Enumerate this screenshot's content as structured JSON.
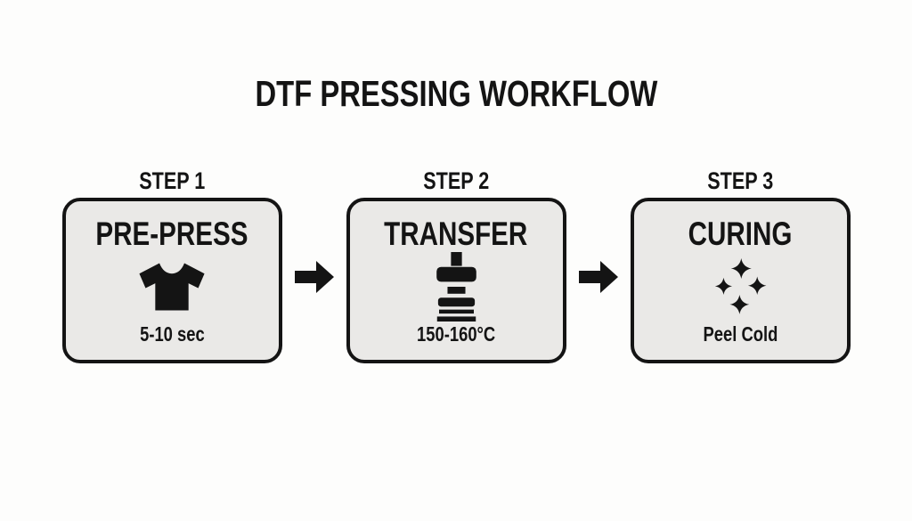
{
  "title": "DTF PRESSING WORKFLOW",
  "steps": [
    {
      "label": "STEP 1",
      "name": "PRE-PRESS",
      "detail": "5-10 sec",
      "icon": "tshirt-icon"
    },
    {
      "label": "STEP 2",
      "name": "TRANSFER",
      "detail": "150-160°C",
      "icon": "heat-press-icon"
    },
    {
      "label": "STEP 3",
      "name": "CURING",
      "detail": "Peel Cold",
      "icon": "sparkles-icon"
    }
  ],
  "connectors": [
    {
      "icon": "arrow-right-icon"
    },
    {
      "icon": "arrow-right-icon"
    }
  ],
  "colors": {
    "background": "#fdfdfc",
    "panel_fill": "#eae9e7",
    "ink": "#141414"
  }
}
